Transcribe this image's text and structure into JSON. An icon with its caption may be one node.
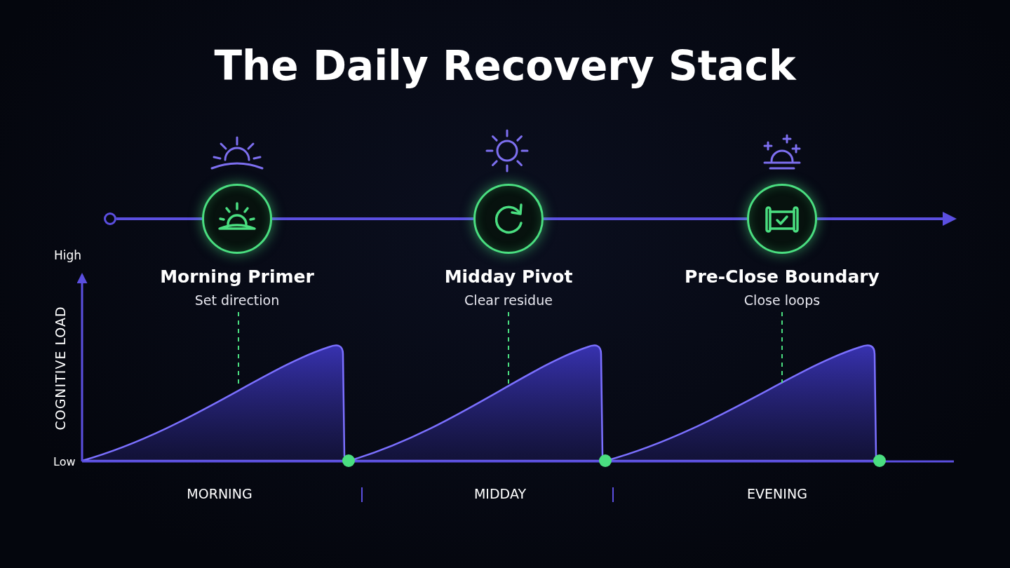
{
  "diagram": {
    "title": "The Daily Recovery Stack",
    "nodes": [
      {
        "text": [],
        "shape": "circle"
      },
      {
        "text": [
          "Morning Primer",
          "Set direction"
        ]
      },
      {
        "text": [
          "Midday Pivot",
          "Clear residue"
        ]
      },
      {
        "text": [
          "Pre-Close Boundary",
          "Close loops"
        ]
      }
    ],
    "edges": [
      {
        "from": 0,
        "to": 1,
        "arrow": "none"
      },
      {
        "from": 1,
        "to": 2,
        "arrow": "none"
      },
      {
        "from": 2,
        "to": 3,
        "arrow": "none"
      },
      {
        "from": 3,
        "to": null,
        "arrow": "to"
      },
      {
        "from": 1,
        "to": null,
        "arrow": "none",
        "style": "dashed",
        "color": "#4ade80"
      },
      {
        "from": 2,
        "to": null,
        "arrow": "none",
        "style": "dashed",
        "color": "#4ade80"
      },
      {
        "from": 3,
        "to": null,
        "arrow": "none",
        "style": "dashed",
        "color": "#4ade80"
      }
    ],
    "labels": [
      "High",
      "COGNITIVE LOAD",
      "Low",
      "MORNING",
      "MIDDAY",
      "EVENING"
    ]
  }
}
